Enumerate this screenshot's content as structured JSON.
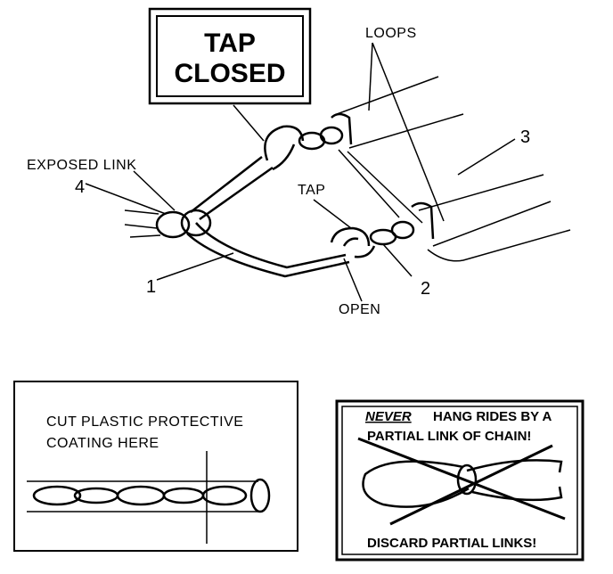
{
  "main_diagram": {
    "tap_closed_lines": [
      "TAP",
      "CLOSED"
    ],
    "loops_label": "LOOPS",
    "exposed_link_label": "EXPOSED LINK",
    "tap_label": "TAP",
    "open_label": "OPEN",
    "callouts": [
      "1",
      "2",
      "3",
      "4"
    ]
  },
  "panel_cut": {
    "text_lines": [
      "CUT PLASTIC PROTECTIVE",
      "COATING HERE"
    ]
  },
  "panel_never": {
    "never_word": "NEVER",
    "line1_rest": "HANG RIDES BY A",
    "line2": "PARTIAL LINK OF CHAIN!",
    "footer": "DISCARD PARTIAL LINKS!"
  }
}
